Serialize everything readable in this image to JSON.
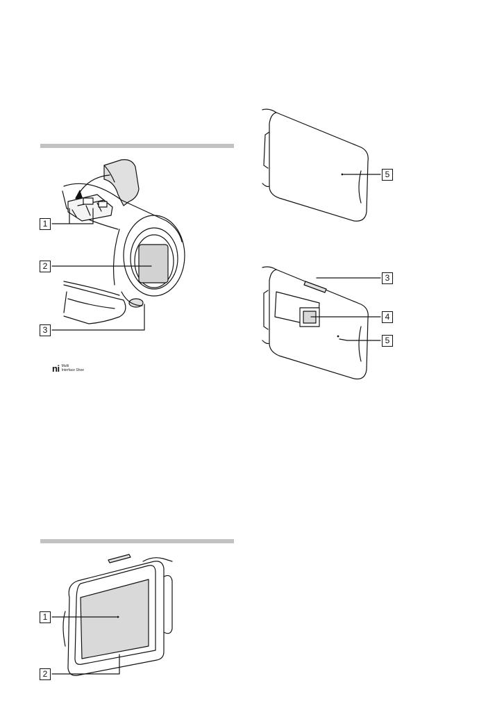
{
  "sections": {
    "front": {
      "callouts": [
        "1",
        "2",
        "3"
      ],
      "logo": {
        "mark": "ni",
        "line1": "Multi",
        "line2": "Interface Shoe"
      }
    },
    "projector": {
      "callouts": [
        "5",
        "3",
        "4",
        "5"
      ]
    },
    "lcd": {
      "callouts": [
        "1",
        "2"
      ]
    }
  },
  "colors": {
    "rule": "#c2c2c2",
    "screen": "#d9d9d9",
    "lens": "#d2d2d2",
    "line": "#111111"
  },
  "icons": [
    "camcorder-front-illustration",
    "lcd-panel-back-illustration",
    "projector-illustration",
    "lcd-screen-illustration"
  ]
}
